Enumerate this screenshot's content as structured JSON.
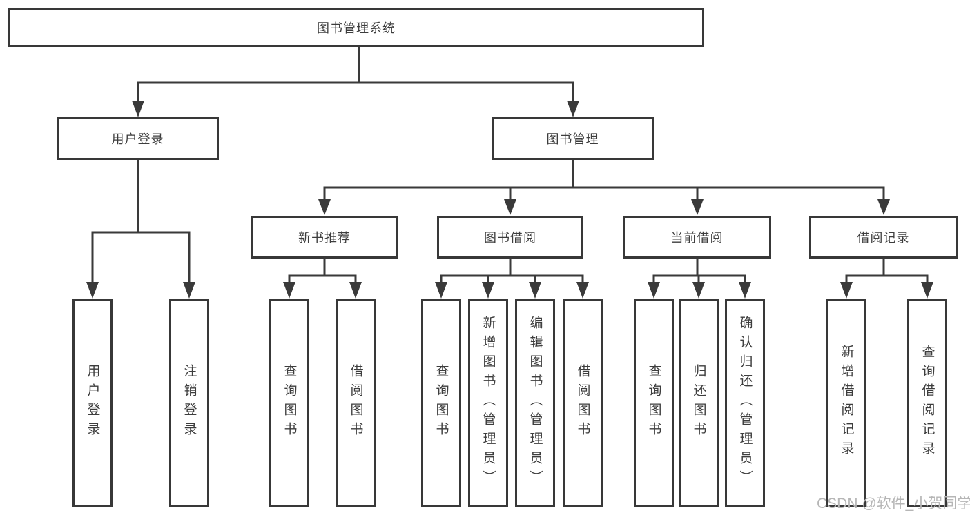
{
  "tree": {
    "label": "图书管理系统",
    "children": [
      {
        "label": "用户登录",
        "children": [
          {
            "label": "用户登录"
          },
          {
            "label": "注销登录"
          }
        ]
      },
      {
        "label": "图书管理",
        "children": [
          {
            "label": "新书推荐",
            "children": [
              {
                "label": "查询图书"
              },
              {
                "label": "借阅图书"
              }
            ]
          },
          {
            "label": "图书借阅",
            "children": [
              {
                "label": "查询图书"
              },
              {
                "label": "新增图书（管理员）"
              },
              {
                "label": "编辑图书（管理员）"
              },
              {
                "label": "借阅图书"
              }
            ]
          },
          {
            "label": "当前借阅",
            "children": [
              {
                "label": "查询图书"
              },
              {
                "label": "归还图书"
              },
              {
                "label": "确认归还（管理员）"
              }
            ]
          },
          {
            "label": "借阅记录",
            "children": [
              {
                "label": "新增借阅记录"
              },
              {
                "label": "查询借阅记录"
              }
            ]
          }
        ]
      }
    ]
  },
  "watermark": {
    "text": "CSDN @软件_小贺同学"
  },
  "colors": {
    "line": "#3a3a3a",
    "box_border": "#383838",
    "box_bg": "#ffffff",
    "text": "#3d3d3d",
    "watermark": "#b6b6b6"
  }
}
